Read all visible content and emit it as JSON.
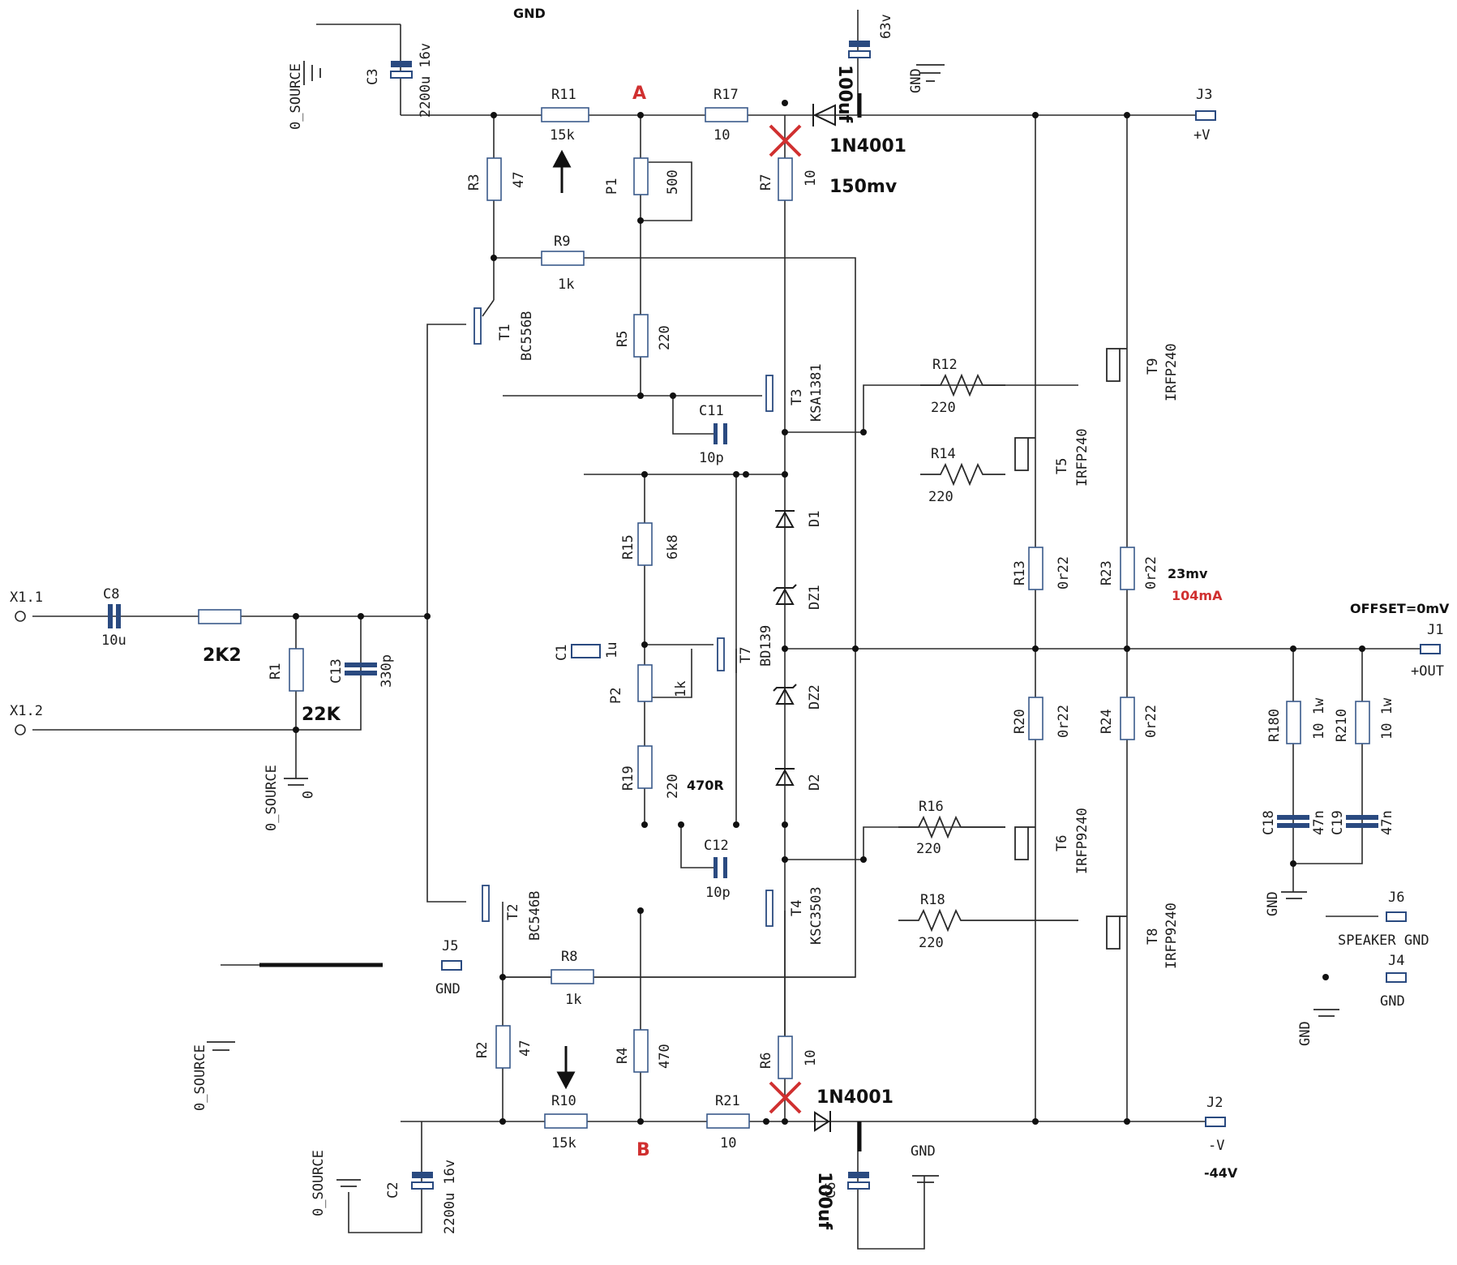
{
  "annotations": {
    "gnd_top": "GND",
    "point_a": "A",
    "point_b": "B",
    "diode_top": "1N4001",
    "diode_bottom": "1N4001",
    "voltage_r7": "150mv",
    "voltage_r23": "23mv",
    "current_r23": "104mA",
    "offset": "OFFSET=0mV",
    "r_in": "2K2",
    "r1_val": "22K",
    "r19_new": "470R",
    "neg_supply": "-44V",
    "c_top": "100uf",
    "c_bottom": "100uf"
  },
  "connectors": {
    "x11": "X1.1",
    "x12": "X1.2",
    "j1": "J1",
    "j1_net": "+OUT",
    "j2": "J2",
    "j2_net": "-V",
    "j3": "J3",
    "j3_net": "+V",
    "j4": "J4",
    "j4_net": "GND",
    "j5": "J5",
    "j5_net": "GND",
    "j6": "J6",
    "j6_net": "SPEAKER  GND"
  },
  "nets": {
    "src1": "0_SOURCE",
    "src2": "0_SOURCE",
    "src3": "0_SOURCE",
    "src4": "0_SOURCE",
    "gnd1": "GND",
    "gnd2": "GND",
    "gnd3": "GND",
    "gnd4": "GND",
    "zero": "0"
  },
  "parts": {
    "r1": [
      "R1",
      ""
    ],
    "r2": [
      "R2",
      "47"
    ],
    "r3": [
      "R3",
      "47"
    ],
    "r4": [
      "R4",
      "470"
    ],
    "r5": [
      "R5",
      "220"
    ],
    "r6": [
      "R6",
      "10"
    ],
    "r7": [
      "R7",
      "10"
    ],
    "r8": [
      "R8",
      "1k"
    ],
    "r9": [
      "R9",
      "1k"
    ],
    "r10": [
      "R10",
      "15k"
    ],
    "r11": [
      "R11",
      "15k"
    ],
    "r12": [
      "R12",
      "220"
    ],
    "r13": [
      "R13",
      "0r22"
    ],
    "r14": [
      "R14",
      "220"
    ],
    "r15": [
      "R15",
      "6k8"
    ],
    "r16": [
      "R16",
      "220"
    ],
    "r17": [
      "R17",
      "10"
    ],
    "r18": [
      "R18",
      "220"
    ],
    "r19": [
      "R19",
      "220"
    ],
    "r20": [
      "R20",
      "0r22"
    ],
    "r21": [
      "R21",
      "10"
    ],
    "r23": [
      "R23",
      "0r22"
    ],
    "r24": [
      "R24",
      "0r22"
    ],
    "r180": [
      "R180",
      "10 1w"
    ],
    "r210": [
      "R210",
      "10 1w"
    ],
    "p1": [
      "P1",
      "500"
    ],
    "p2": [
      "P2",
      "1k"
    ],
    "c1": [
      "C1",
      "1u"
    ],
    "c2": [
      "C2",
      "2200u 16v"
    ],
    "c3": [
      "C3",
      "2200u 16v"
    ],
    "c6": [
      "C6",
      ""
    ],
    "c6_top": [
      "",
      "63v"
    ],
    "c8": [
      "C8",
      "10u"
    ],
    "c11": [
      "C11",
      "10p"
    ],
    "c12": [
      "C12",
      "10p"
    ],
    "c13": [
      "C13",
      "330p"
    ],
    "c18": [
      "C18",
      "47n"
    ],
    "c19": [
      "C19",
      "47n"
    ],
    "d1": "D1",
    "d2": "D2",
    "dz1": "DZ1",
    "dz2": "DZ2",
    "t1": [
      "T1",
      "BC556B"
    ],
    "t2": [
      "T2",
      "BC546B"
    ],
    "t3": [
      "T3",
      "KSA1381"
    ],
    "t4": [
      "T4",
      "KSC3503"
    ],
    "t5": [
      "T5",
      "IRFP240"
    ],
    "t6": [
      "T6",
      "IRFP9240"
    ],
    "t7": [
      "T7",
      "BD139"
    ],
    "t8": [
      "T8",
      "IRFP9240"
    ],
    "t9": [
      "T9",
      "IRFP240"
    ]
  }
}
